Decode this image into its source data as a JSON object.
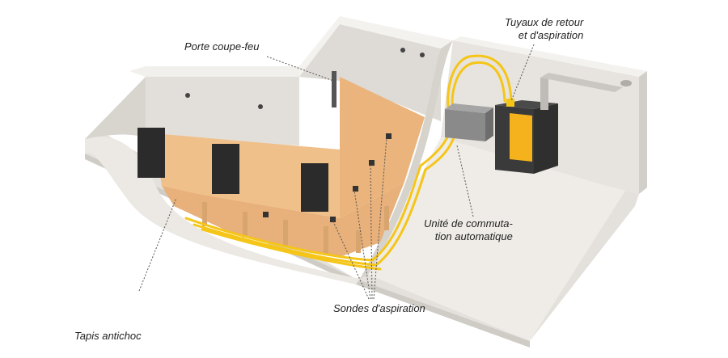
{
  "labels": {
    "porte": "Porte coupe-feu",
    "tuyaux": [
      "Tuyaux de retour",
      "et d'aspiration"
    ],
    "unite": [
      "Unité de commuta-",
      "tion automatique"
    ],
    "sondes": "Sondes d'aspiration",
    "tapis": "Tapis antichoc"
  },
  "colors": {
    "wall_light": "#e9e6e1",
    "wall_dark": "#d3d0ca",
    "floor": "#ece9e4",
    "wood": "#f0c08a",
    "wood_dark": "#d9a56e",
    "pipe": "#f5c518",
    "panel": "#2b2b2b",
    "unit": "#3a3a3a",
    "unit_screen": "#f5b21c"
  }
}
